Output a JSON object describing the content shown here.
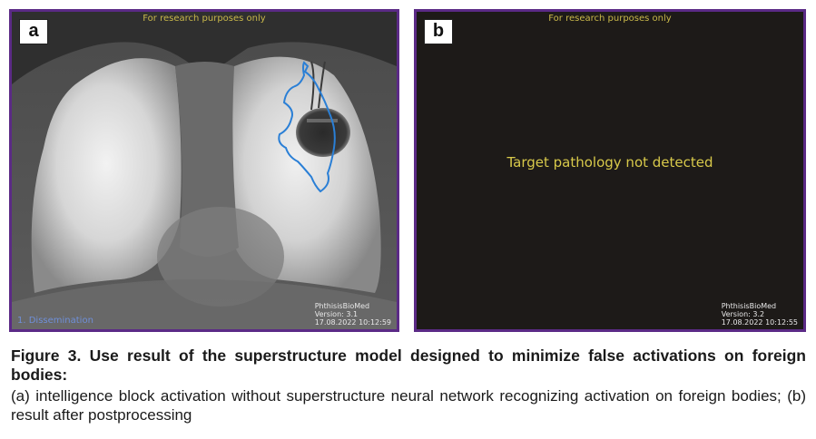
{
  "figure": {
    "panel_a": {
      "label": "a",
      "watermark": "For research purposes only",
      "annotation": "1. Dissemination",
      "stamp": {
        "software": "PhthisisBioMed",
        "version": "Version: 3.1",
        "datetime": "17.08.2022 10:12:59"
      },
      "outline_color": "#2a7fd6"
    },
    "panel_b": {
      "label": "b",
      "watermark": "For research purposes only",
      "message": "Target pathology not detected",
      "stamp": {
        "software": "PhthisisBioMed",
        "version": "Version: 3.2",
        "datetime": "17.08.2022 10:12:55"
      }
    },
    "caption": {
      "title": "Figure 3. Use result of the superstructure model designed to minimize false activations on foreign bodies:",
      "body": "(a) intelligence block activation without superstructure neural network recognizing activation on foreign bodies; (b) result after postprocessing"
    },
    "colors": {
      "frame": "#5b2a86",
      "watermark_text": "#c9b84a",
      "message_text": "#d8c94a"
    }
  }
}
